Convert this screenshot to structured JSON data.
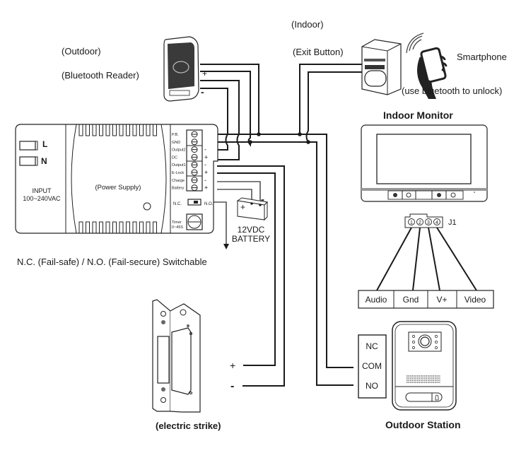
{
  "labels": {
    "outdoor": "(Outdoor)",
    "bluetooth_reader": "(Bluetooth Reader)",
    "indoor": "(Indoor)",
    "exit_button": "(Exit Button)",
    "smartphone": "Smartphone",
    "use_bluetooth": "(use bluetooth to unlock)",
    "indoor_monitor": "Indoor Monitor",
    "power_supply": "(Power Supply)",
    "input_line1": "INPUT",
    "input_line2": "100~240VAC",
    "L": "L",
    "N": "N",
    "battery_line1": "12VDC",
    "battery_line2": "BATTERY",
    "switch_note": "N.C. (Fail-safe) / N.O. (Fail-secure) Switchable",
    "electric_strike": "(electric strike)",
    "outdoor_station": "Outdoor Station",
    "j1": "J1",
    "reader_plus": "+",
    "reader_minus": "-",
    "strike_plus": "+",
    "strike_minus": "-",
    "battery_plus": "+",
    "battery_minus": "-"
  },
  "terminals": [
    {
      "label": "P.B.",
      "polarity": ""
    },
    {
      "label": "GND",
      "polarity": ""
    },
    {
      "label": "Output2",
      "polarity": "-"
    },
    {
      "label": "DC",
      "polarity": "+"
    },
    {
      "label": "Output1",
      "polarity": "-"
    },
    {
      "label": "E-Lock",
      "polarity": "+"
    },
    {
      "label": "Charge",
      "polarity": "-"
    },
    {
      "label": "Battery",
      "polarity": "+"
    }
  ],
  "switch": {
    "nc": "N.C.",
    "no": "N.O."
  },
  "timer": {
    "line1": "Timer",
    "line2": "0~45S"
  },
  "j1_pins": [
    "1",
    "2",
    "3",
    "4"
  ],
  "monitor_connections": [
    "Audio",
    "Gnd",
    "V+",
    "Video"
  ],
  "relay_terminals": [
    "NC",
    "COM",
    "NO"
  ]
}
